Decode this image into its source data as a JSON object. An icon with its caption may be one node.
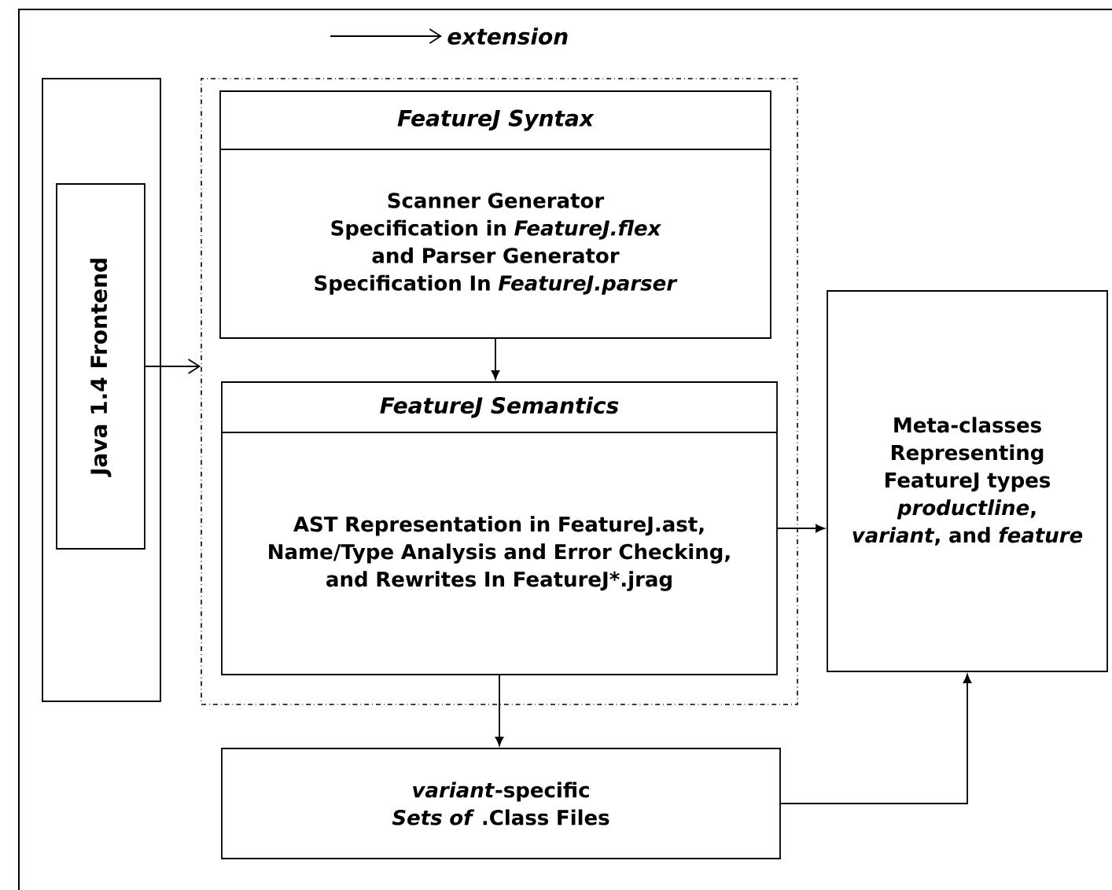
{
  "diagram": {
    "nodes": [
      {
        "text": [],
        "shape": "box"
      },
      {
        "text": [
          "Java 1.4 Frontend"
        ],
        "in": 0
      },
      {
        "text": [],
        "shape": "box"
      },
      {
        "text": [
          "FeatureJ Syntax",
          "Scanner Generator Specification in *FeatureJ.flex* and Parser Generator Specification In *FeatureJ.parser*"
        ],
        "in": 2
      },
      {
        "text": [
          "FeatureJ Semantics",
          "AST Representation in FeatureJ.ast, Name/Type Analysis and Error Checking, and Rewrites In FeatureJ*.jrag"
        ],
        "in": 2
      },
      {
        "text": [
          "Meta-classes Representing FeatureJ types *productline*, *variant*, and *feature*"
        ]
      },
      {
        "text": [
          "*variant*-specific *Sets of* .Class Files"
        ]
      }
    ],
    "edges": [
      {
        "from": 1,
        "to": 2,
        "arrow": "to"
      },
      {
        "from": 3,
        "to": 4,
        "arrow": "to"
      },
      {
        "from": 4,
        "to": 5,
        "arrow": "to"
      },
      {
        "from": 4,
        "to": 6,
        "arrow": "to"
      },
      {
        "from": 6,
        "to": 5,
        "arrow": "to"
      }
    ],
    "legend": [
      {
        "text": "extension"
      }
    ]
  }
}
